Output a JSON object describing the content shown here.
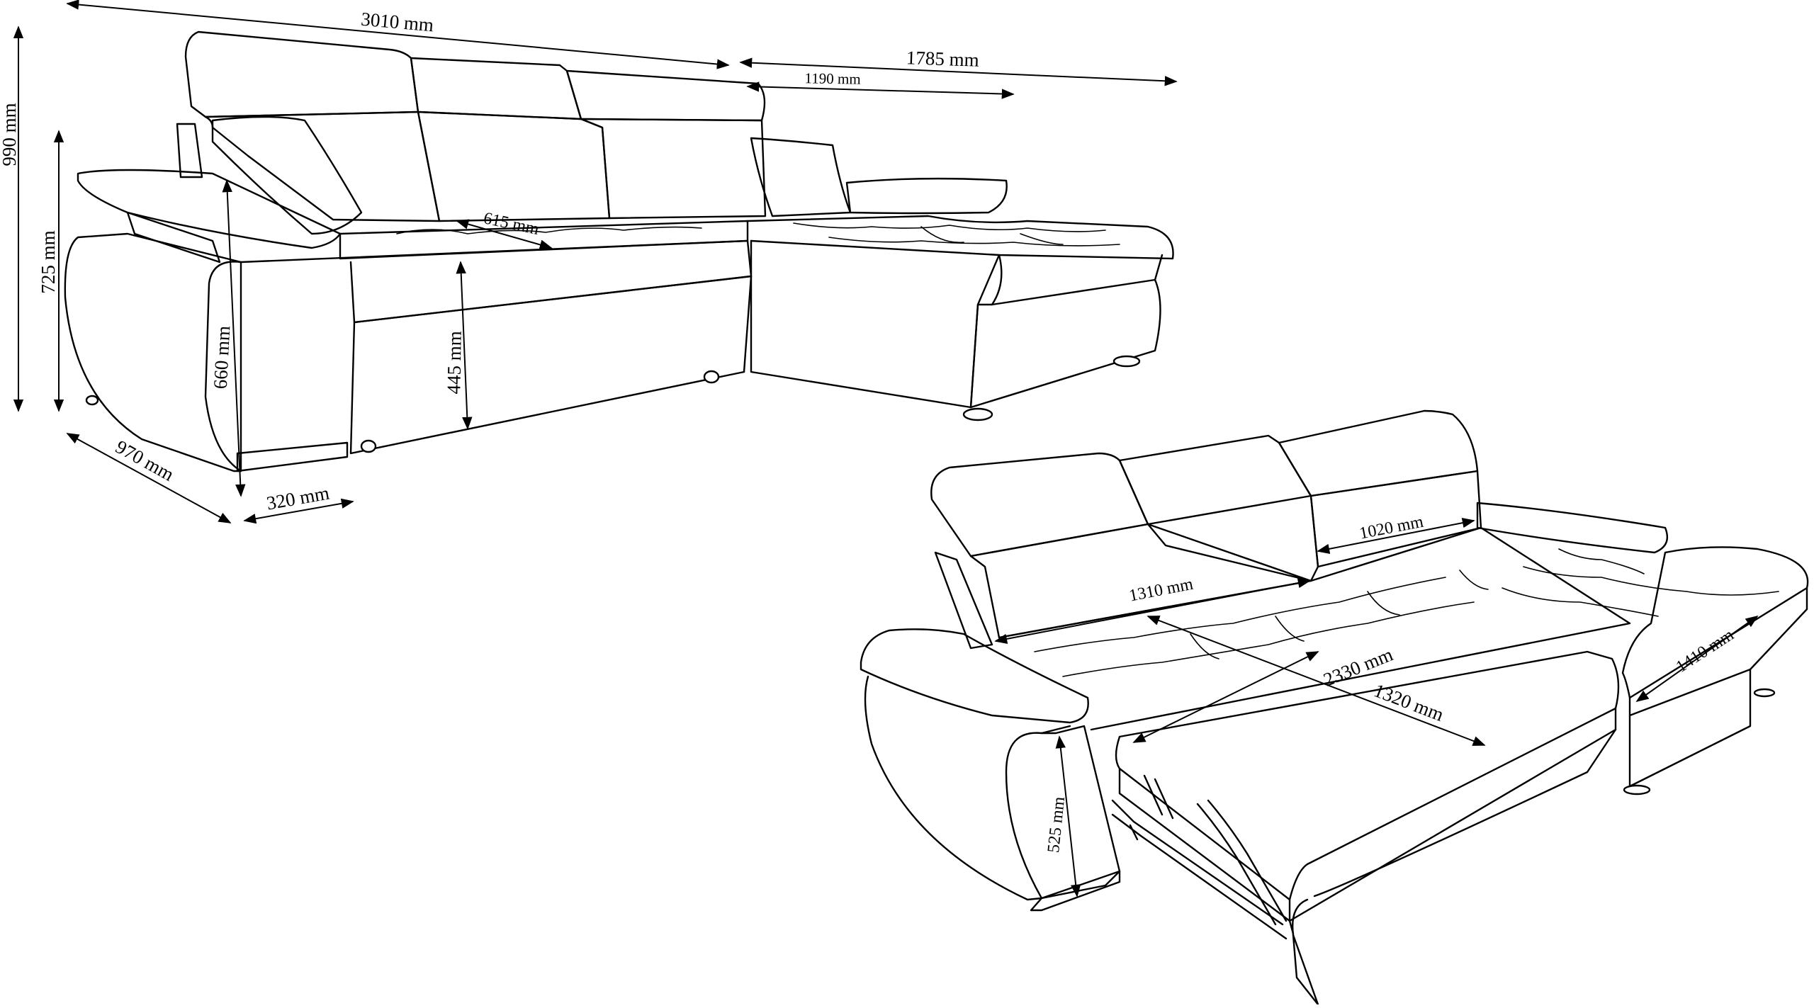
{
  "dimensions": {
    "total_width": "3010 mm",
    "chaise_length": "1785 mm",
    "chaise_width": "1190 mm",
    "total_height": "990 mm",
    "height_backrest": "725 mm",
    "depth": "970 mm",
    "armrest_width": "320 mm",
    "seat_depth": "615 mm",
    "armrest_height": "660 mm",
    "seat_height": "445 mm",
    "bed_back_width": "1020 mm",
    "bed_inner_width": "1310 mm",
    "bed_length": "2330 mm",
    "bed_pullout": "1320 mm",
    "chaise_bed_length": "1410 mm",
    "bed_armrest_height": "525 mm"
  }
}
